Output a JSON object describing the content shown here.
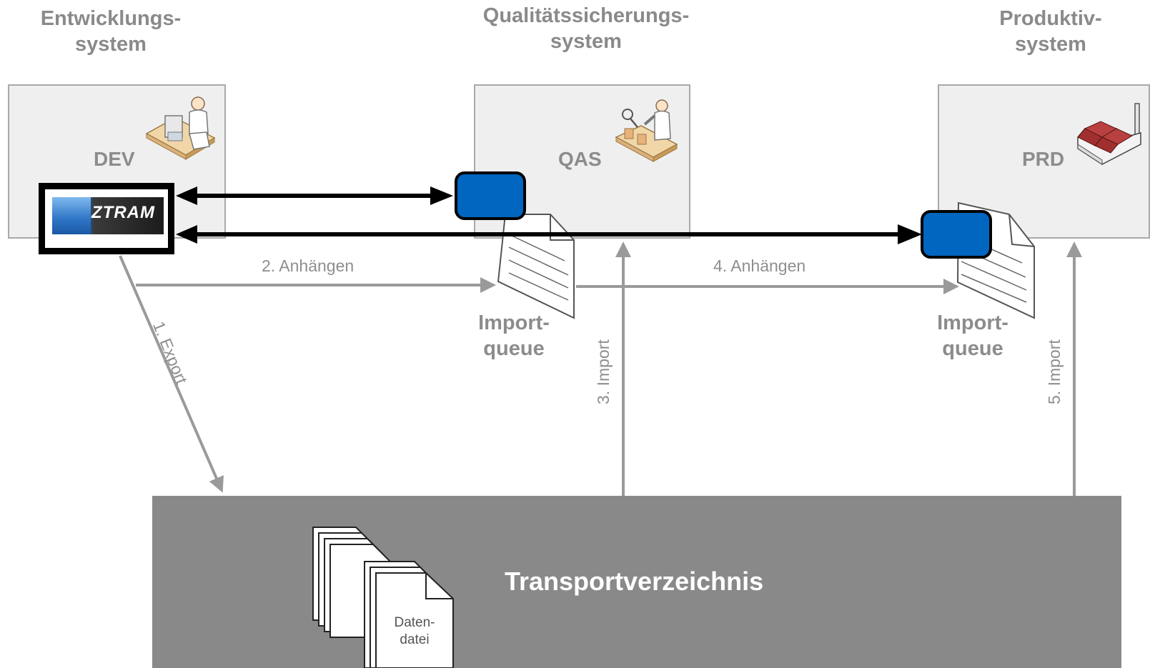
{
  "systems": {
    "dev": {
      "title": "Entwicklungs-\nsystem",
      "code": "DEV"
    },
    "qas": {
      "title": "Qualitätssicherungs-\nsystem",
      "code": "QAS"
    },
    "prd": {
      "title": "Produktiv-\nsystem",
      "code": "PRD"
    }
  },
  "tool": {
    "label": "ZTRAM"
  },
  "queues": {
    "qas": {
      "label": "Import-\nqueue"
    },
    "prd": {
      "label": "Import-\nqueue"
    }
  },
  "edges": {
    "export": "1. Export",
    "attach_qas": "2. Anhängen",
    "import_qas": "3. Import",
    "attach_prd": "4. Anhängen",
    "import_prd": "5. Import"
  },
  "transport": {
    "label": "Transportverzeichnis",
    "datafile_label": "Daten-\ndatei"
  },
  "colors": {
    "box_fill": "#efefef",
    "box_border": "#a9a9a9",
    "gray_arrow": "#9a9a9a",
    "transport_fill": "#898989",
    "queue_node": "#0066c0",
    "black_arrow": "#000000"
  },
  "icons": {
    "dev": "developer-at-desk-icon",
    "qas": "quality-inspector-icon",
    "prd": "factory-icon"
  }
}
